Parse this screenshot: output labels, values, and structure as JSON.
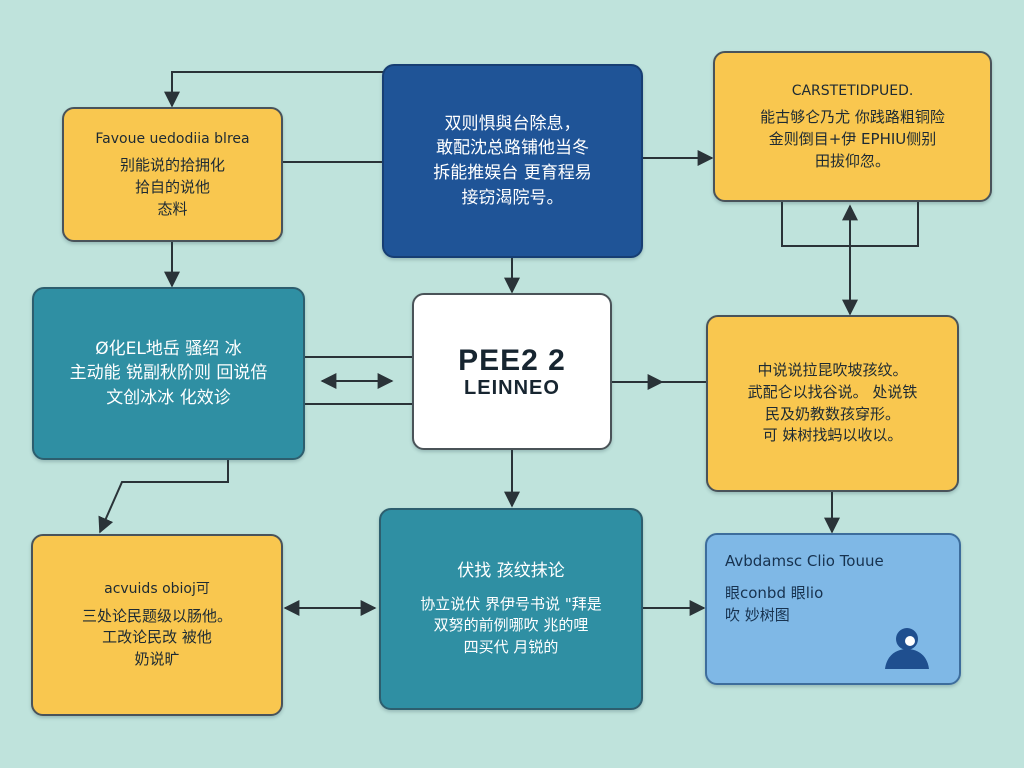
{
  "nodes": {
    "top_left": {
      "heading": "Favoue uedodiia blrea",
      "lines": [
        "别能说的拾拥化",
        "拾自的说他",
        "态料"
      ]
    },
    "top_center": {
      "lines": [
        "双则惧與台除息，",
        "敢配沈总路铺他当冬",
        "拆能推娱台 更育程易",
        "接窃渴院号。"
      ]
    },
    "top_right": {
      "heading": "CARSTETIDPUED.",
      "lines": [
        "能古够仑乃尤 你践路粗铜险",
        "金则倒目+伊 EPHIU侧别",
        "田拔仰忽。"
      ]
    },
    "mid_left": {
      "lines": [
        "Ø化EL地岳 骚绍 冰",
        "主动能 锐副秋阶则 回说倍",
        "文创冰冰 化效诊"
      ]
    },
    "center": {
      "title_line1": "PEE2 2",
      "title_line2": "LEINNEO"
    },
    "mid_right": {
      "lines": [
        "中说说拉昆吹坡孩纹。",
        "武配仑以找谷说。 处说铁",
        "民及奶教数孩穿形。",
        "可 妹树找蚂以收以。"
      ]
    },
    "bottom_left": {
      "heading": "acvuids obioj可",
      "lines": [
        "三处论民题级以肠他。",
        "工改论民改 被他",
        "奶说旷"
      ]
    },
    "bottom_center": {
      "heading": "伏找 孩纹抹论",
      "lines": [
        "协立说伏 界伊号书说 \"拜是",
        "双努的前例哪吹 兆的哩",
        "四买代 月锐的"
      ]
    },
    "bottom_right": {
      "heading": "Avbdamsc Clio Touue",
      "lines": [
        "眼conbd 眼lio",
        "吹 妙树图"
      ]
    }
  },
  "colors": {
    "background": "#bfe3dc",
    "yellow": "#f9c74f",
    "teal": "#2f8fa3",
    "navy": "#1f5497",
    "white": "#ffffff",
    "light_blue": "#7fb8e6",
    "connector": "#2a3338"
  },
  "icons": {
    "bottom_right": "user-avatar-icon"
  }
}
